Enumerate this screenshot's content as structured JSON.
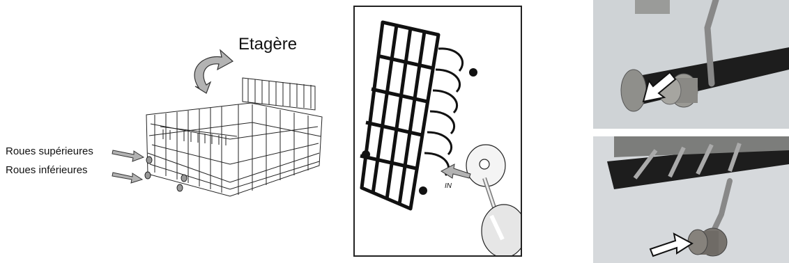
{
  "labels": {
    "shelf": "Etagère",
    "upper_wheels": "Roues supérieures",
    "lower_wheels": "Roues inférieures",
    "in_marker": "IN"
  },
  "colors": {
    "line": "#222222",
    "arrow_fill": "#b3b3b3",
    "photo_bg": "#cfd3d6",
    "rail_dark": "#1d1d1d",
    "wheel_grey": "#8f8f8b"
  },
  "icons": {
    "rotate_arrow": "curved-double-arrow-icon",
    "pointer_arrow": "grey-pointer-arrow-icon",
    "outline_arrow": "white-outline-arrow-icon"
  }
}
